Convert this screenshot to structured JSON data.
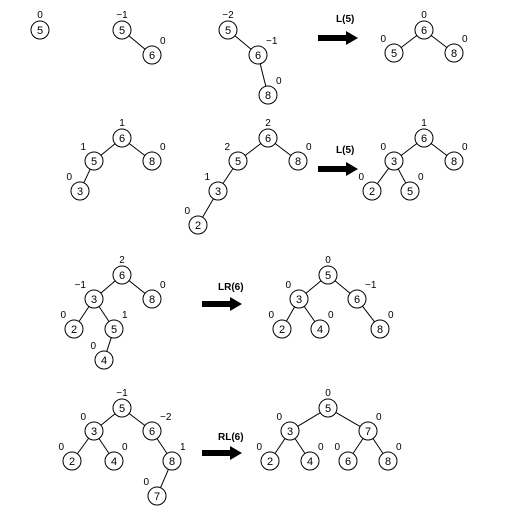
{
  "trees": [
    {
      "id": "t1",
      "nodes": [
        {
          "key": "5",
          "bf": "0"
        }
      ],
      "edges": []
    },
    {
      "id": "t2",
      "nodes": [
        {
          "key": "5",
          "bf": "−1"
        },
        {
          "key": "6",
          "bf": "0"
        }
      ],
      "edges": [
        [
          0,
          1
        ]
      ]
    },
    {
      "id": "t3",
      "nodes": [
        {
          "key": "5",
          "bf": "−2"
        },
        {
          "key": "6",
          "bf": "−1"
        },
        {
          "key": "8",
          "bf": "0"
        }
      ],
      "edges": [
        [
          0,
          1
        ],
        [
          1,
          2
        ]
      ]
    },
    {
      "id": "t4",
      "nodes": [
        {
          "key": "6",
          "bf": "0"
        },
        {
          "key": "5",
          "bf": "0"
        },
        {
          "key": "8",
          "bf": "0"
        }
      ],
      "edges": [
        [
          0,
          1
        ],
        [
          0,
          2
        ]
      ]
    },
    {
      "id": "t5",
      "nodes": [
        {
          "key": "6",
          "bf": "1"
        },
        {
          "key": "5",
          "bf": "1"
        },
        {
          "key": "8",
          "bf": "0"
        },
        {
          "key": "3",
          "bf": "0"
        }
      ],
      "edges": [
        [
          0,
          1
        ],
        [
          0,
          2
        ],
        [
          1,
          3
        ]
      ]
    },
    {
      "id": "t6",
      "nodes": [
        {
          "key": "6",
          "bf": "2"
        },
        {
          "key": "5",
          "bf": "2"
        },
        {
          "key": "8",
          "bf": "0"
        },
        {
          "key": "3",
          "bf": "1"
        },
        {
          "key": "2",
          "bf": "0"
        }
      ],
      "edges": [
        [
          0,
          1
        ],
        [
          0,
          2
        ],
        [
          1,
          3
        ],
        [
          3,
          4
        ]
      ]
    },
    {
      "id": "t7",
      "nodes": [
        {
          "key": "6",
          "bf": "1"
        },
        {
          "key": "3",
          "bf": "0"
        },
        {
          "key": "8",
          "bf": "0"
        },
        {
          "key": "2",
          "bf": "0"
        },
        {
          "key": "5",
          "bf": "0"
        }
      ],
      "edges": [
        [
          0,
          1
        ],
        [
          0,
          2
        ],
        [
          1,
          3
        ],
        [
          1,
          4
        ]
      ]
    },
    {
      "id": "t8",
      "nodes": [
        {
          "key": "6",
          "bf": "2"
        },
        {
          "key": "3",
          "bf": "−1"
        },
        {
          "key": "8",
          "bf": "0"
        },
        {
          "key": "2",
          "bf": "0"
        },
        {
          "key": "5",
          "bf": "1"
        },
        {
          "key": "4",
          "bf": "0"
        }
      ],
      "edges": [
        [
          0,
          1
        ],
        [
          0,
          2
        ],
        [
          1,
          3
        ],
        [
          1,
          4
        ],
        [
          4,
          5
        ]
      ]
    },
    {
      "id": "t9",
      "nodes": [
        {
          "key": "5",
          "bf": "0"
        },
        {
          "key": "3",
          "bf": "0"
        },
        {
          "key": "6",
          "bf": "−1"
        },
        {
          "key": "2",
          "bf": "0"
        },
        {
          "key": "4",
          "bf": "0"
        },
        {
          "key": "8",
          "bf": "0"
        }
      ],
      "edges": [
        [
          0,
          1
        ],
        [
          0,
          2
        ],
        [
          1,
          3
        ],
        [
          1,
          4
        ],
        [
          2,
          5
        ]
      ]
    },
    {
      "id": "t10",
      "nodes": [
        {
          "key": "5",
          "bf": "−1"
        },
        {
          "key": "3",
          "bf": "0"
        },
        {
          "key": "6",
          "bf": "−2"
        },
        {
          "key": "2",
          "bf": "0"
        },
        {
          "key": "4",
          "bf": "0"
        },
        {
          "key": "8",
          "bf": "1"
        },
        {
          "key": "7",
          "bf": "0"
        }
      ],
      "edges": [
        [
          0,
          1
        ],
        [
          0,
          2
        ],
        [
          1,
          3
        ],
        [
          1,
          4
        ],
        [
          2,
          5
        ],
        [
          5,
          6
        ]
      ]
    },
    {
      "id": "t11",
      "nodes": [
        {
          "key": "5",
          "bf": "0"
        },
        {
          "key": "3",
          "bf": "0"
        },
        {
          "key": "7",
          "bf": "0"
        },
        {
          "key": "2",
          "bf": "0"
        },
        {
          "key": "4",
          "bf": "0"
        },
        {
          "key": "6",
          "bf": "0"
        },
        {
          "key": "8",
          "bf": "0"
        }
      ],
      "edges": [
        [
          0,
          1
        ],
        [
          0,
          2
        ],
        [
          1,
          3
        ],
        [
          1,
          4
        ],
        [
          2,
          5
        ],
        [
          2,
          6
        ]
      ]
    }
  ],
  "rotations": [
    {
      "id": "r1",
      "label": "L(5)"
    },
    {
      "id": "r2",
      "label": "L(5)"
    },
    {
      "id": "r3",
      "label": "LR(6)"
    },
    {
      "id": "r4",
      "label": "RL(6)"
    }
  ]
}
